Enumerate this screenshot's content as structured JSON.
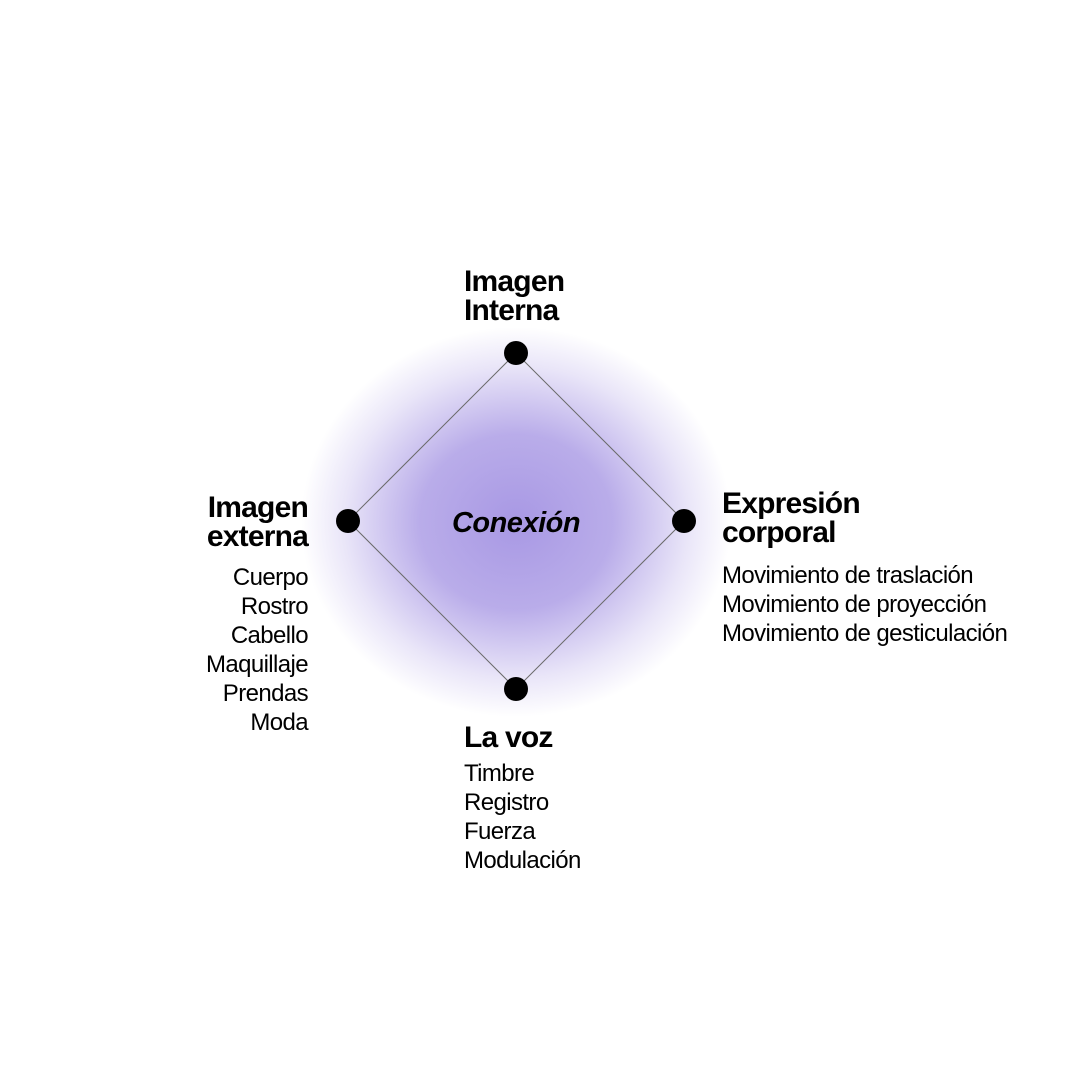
{
  "center": {
    "label": "Conexión",
    "glow_color": "#a898e4"
  },
  "nodes": {
    "top": {
      "title_line1": "Imagen",
      "title_line2": "Interna",
      "items": []
    },
    "left": {
      "title_line1": "Imagen",
      "title_line2": "externa",
      "items": [
        "Cuerpo",
        "Rostro",
        "Cabello",
        "Maquillaje",
        "Prendas",
        "Moda"
      ]
    },
    "right": {
      "title_line1": "Expresión",
      "title_line2": "corporal",
      "items": [
        "Movimiento de traslación",
        "Movimiento de proyección",
        "Movimiento de gesticulación"
      ]
    },
    "bottom": {
      "title_line1": "La voz",
      "items": [
        "Timbre",
        "Registro",
        "Fuerza",
        "Modulación"
      ]
    }
  },
  "colors": {
    "node": "#000000",
    "edge": "#6a6a6a"
  }
}
